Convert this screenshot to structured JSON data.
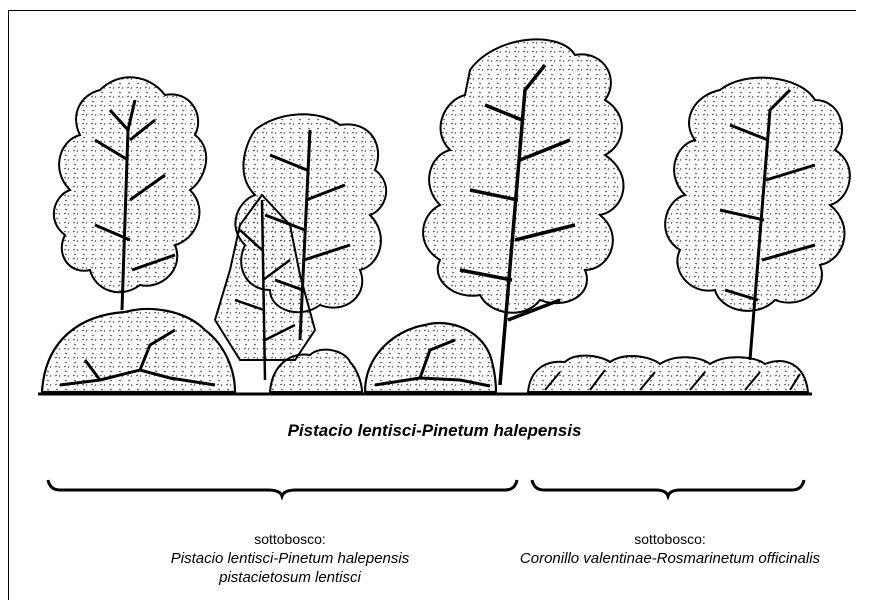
{
  "title": "Pistacio lentisci-Pinetum halepensis",
  "left_group": {
    "label": "sottobosco:",
    "name_line1": "Pistacio lentisci-Pinetum halepensis",
    "name_line2": "pistacietosum lentisci"
  },
  "right_group": {
    "label": "sottobosco:",
    "name_line1": "Coronillo valentinae-Rosmarinetum officinalis"
  }
}
